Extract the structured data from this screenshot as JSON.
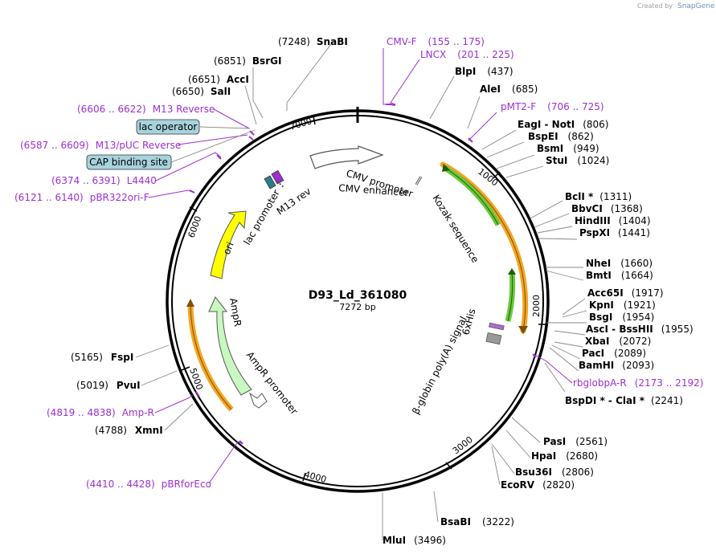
{
  "credit": {
    "created_by": "Created by",
    "brand": "SnapGene"
  },
  "plasmid": {
    "name": "D93_Ld_361080",
    "size": "7272 bp"
  },
  "ring_ticks": [
    "1000",
    "2000",
    "3000",
    "4000",
    "5000",
    "6000",
    "7000"
  ],
  "enzymes": [
    {
      "id": "snabi",
      "pos": "(7248)",
      "name": "SnaBI"
    },
    {
      "id": "bsrgi",
      "pos": "(6851)",
      "name": "BsrGI"
    },
    {
      "id": "acci",
      "pos": "(6651)",
      "name": "AccI"
    },
    {
      "id": "sali",
      "pos": "(6650)",
      "name": "SalI"
    },
    {
      "id": "blpi",
      "pos": "(437)",
      "name": "BlpI"
    },
    {
      "id": "alei",
      "pos": "(685)",
      "name": "AleI"
    },
    {
      "id": "eagi",
      "pos": "(806)",
      "name": "EagI - NotI"
    },
    {
      "id": "bspei",
      "pos": "(862)",
      "name": "BspEI"
    },
    {
      "id": "bsmi",
      "pos": "(949)",
      "name": "BsmI"
    },
    {
      "id": "stui",
      "pos": "(1024)",
      "name": "StuI"
    },
    {
      "id": "bcli",
      "pos": "(1311)",
      "name": "BclI *"
    },
    {
      "id": "bbvci",
      "pos": "(1368)",
      "name": "BbvCI"
    },
    {
      "id": "hindiii",
      "pos": "(1404)",
      "name": "HindIII"
    },
    {
      "id": "pspxi",
      "pos": "(1441)",
      "name": "PspXI"
    },
    {
      "id": "nhei",
      "pos": "(1660)",
      "name": "NheI"
    },
    {
      "id": "bmti",
      "pos": "(1664)",
      "name": "BmtI"
    },
    {
      "id": "acc65i",
      "pos": "(1917)",
      "name": "Acc65I"
    },
    {
      "id": "kpni",
      "pos": "(1921)",
      "name": "KpnI"
    },
    {
      "id": "bsgi",
      "pos": "(1954)",
      "name": "BsgI"
    },
    {
      "id": "asci",
      "pos": "(1955)",
      "name": "AscI - BssHII"
    },
    {
      "id": "xbai",
      "pos": "(2072)",
      "name": "XbaI"
    },
    {
      "id": "paci",
      "pos": "(2089)",
      "name": "PacI"
    },
    {
      "id": "bamhi",
      "pos": "(2093)",
      "name": "BamHI"
    },
    {
      "id": "bspdi",
      "pos": "(2241)",
      "name": "BspDI * - ClaI *"
    },
    {
      "id": "pasi",
      "pos": "(2561)",
      "name": "PasI"
    },
    {
      "id": "hpai",
      "pos": "(2680)",
      "name": "HpaI"
    },
    {
      "id": "bsu36i",
      "pos": "(2806)",
      "name": "Bsu36I"
    },
    {
      "id": "ecorv",
      "pos": "(2820)",
      "name": "EcoRV"
    },
    {
      "id": "bsabi",
      "pos": "(3222)",
      "name": "BsaBI"
    },
    {
      "id": "mlui",
      "pos": "(3496)",
      "name": "MluI"
    },
    {
      "id": "fspi",
      "pos": "(5165)",
      "name": "FspI"
    },
    {
      "id": "pvui",
      "pos": "(5019)",
      "name": "PvuI"
    },
    {
      "id": "xmni",
      "pos": "(4788)",
      "name": "XmnI"
    }
  ],
  "primers": [
    {
      "id": "cmvf",
      "name": "CMV-F",
      "range": "(155 .. 175)"
    },
    {
      "id": "lncx",
      "name": "LNCX",
      "range": "(201 .. 225)"
    },
    {
      "id": "pmt2f",
      "name": "pMT2-F",
      "range": "(706 .. 725)"
    },
    {
      "id": "m13rev",
      "name": "M13 Reverse",
      "range": "(6606 .. 6622)"
    },
    {
      "id": "m13puc",
      "name": "M13/pUC Reverse",
      "range": "(6587 .. 6609)"
    },
    {
      "id": "l4440",
      "name": "L4440",
      "range": "(6374 .. 6391)"
    },
    {
      "id": "pbr322",
      "name": "pBR322ori-F",
      "range": "(6121 .. 6140)"
    },
    {
      "id": "rbglob",
      "name": "rbglobpA-R",
      "range": "(2173 .. 2192)"
    },
    {
      "id": "ampr",
      "name": "Amp-R",
      "range": "(4819 .. 4838)"
    },
    {
      "id": "pbrfor",
      "name": "pBRforEco",
      "range": "(4410 .. 4428)"
    }
  ],
  "boxes": {
    "lac_operator": "lac operator",
    "cap_site": "CAP binding site"
  },
  "features": {
    "cmv_promoter": "CMV promoter",
    "cmv_enhancer": "CMV enhancer",
    "kozak": "Kozak sequence",
    "his": "6xHis",
    "bglobin": "β-globin poly(A) signal",
    "m13rev": "M13 rev",
    "lac_promoter": "lac promoter",
    "ori": "ori",
    "ampr": "AmpR",
    "ampr_promoter": "AmpR promoter"
  },
  "colors": {
    "primer": "#9d2fd3",
    "orange_feature": "#f5a623",
    "green_feature": "#6ac93a",
    "ori": "#ffff00",
    "ampr": "#c9f7c1",
    "box_fill": "#a7d3dd"
  }
}
